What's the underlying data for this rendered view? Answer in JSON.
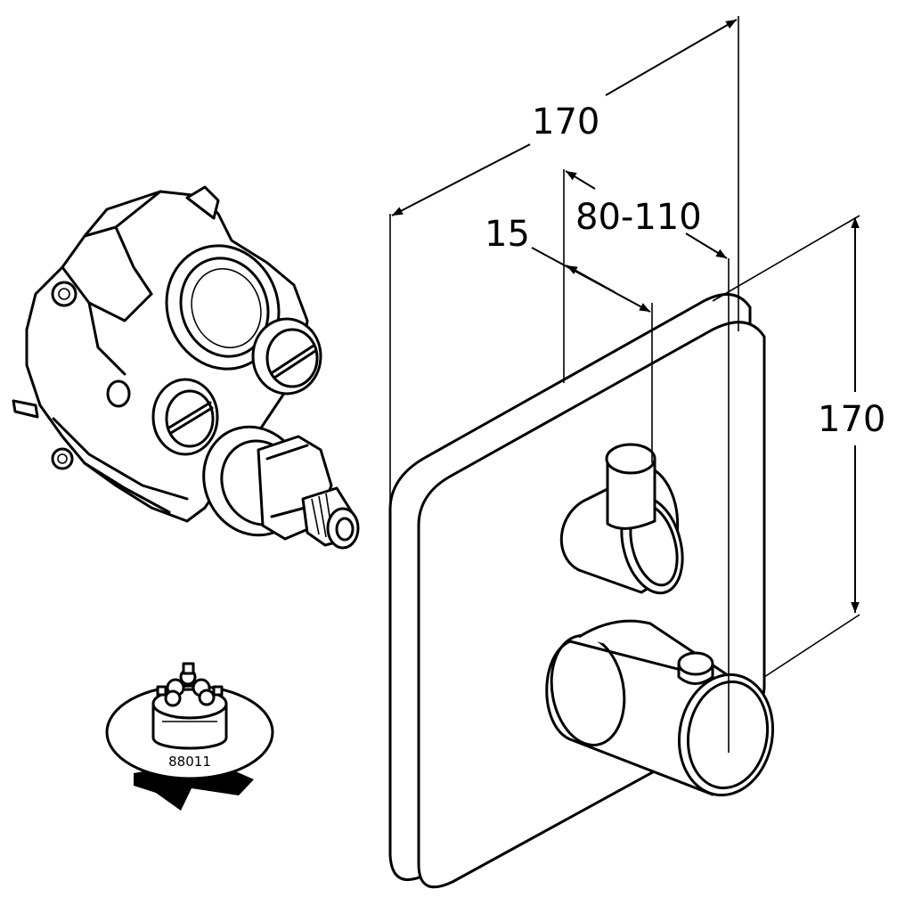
{
  "dimensions": {
    "plate_width": "170",
    "plate_height": "170",
    "installation_depth": "80-110",
    "plate_offset": "15"
  },
  "parts": {
    "cartridge_number": "88011"
  }
}
